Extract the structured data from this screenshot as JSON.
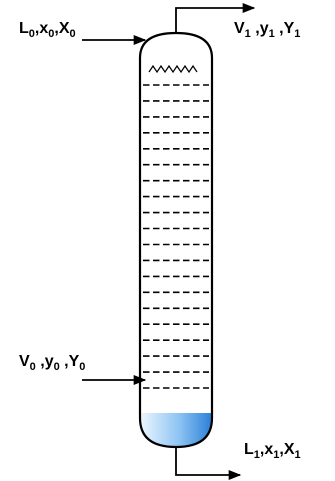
{
  "streams": {
    "liquid_in": {
      "main": "L",
      "sub": "0",
      "sep1": ",",
      "var1": "x",
      "sub1": "0",
      "sep2": ",",
      "var2": "X",
      "sub2": "0"
    },
    "vapor_out": {
      "main": "V",
      "sub": "1",
      "sep1": " ,",
      "var1": "y",
      "sub1": "1",
      "sep2": " ,",
      "var2": "Y",
      "sub2": "1"
    },
    "vapor_in": {
      "main": "V",
      "sub": "0",
      "sep1": " ,",
      "var1": "y",
      "sub1": "0",
      "sep2": " ,",
      "var2": "Y",
      "sub2": "0"
    },
    "liquid_out": {
      "main": "L",
      "sub": "1",
      "sep1": ",",
      "var1": "x",
      "sub1": "1",
      "sep2": ",",
      "var2": "X",
      "sub2": "1"
    }
  },
  "column": {
    "tray_count": 20,
    "colors": {
      "outline": "#000000",
      "liquid_light": "#e8f4ff",
      "liquid_dark": "#2a7fd6"
    }
  }
}
